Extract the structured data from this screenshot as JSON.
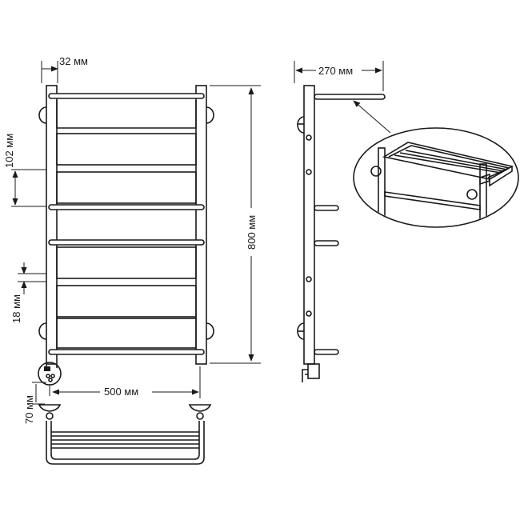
{
  "diagram": {
    "dimensions": {
      "pipe_width": "32 мм",
      "depth": "270 мм",
      "rung_spacing": "102 мм",
      "height": "800 мм",
      "rung_diameter": "18 мм",
      "shelf_offset": "70 мм",
      "width": "500 мм"
    },
    "colors": {
      "line": "#1a1a1a",
      "background": "#ffffff"
    }
  }
}
